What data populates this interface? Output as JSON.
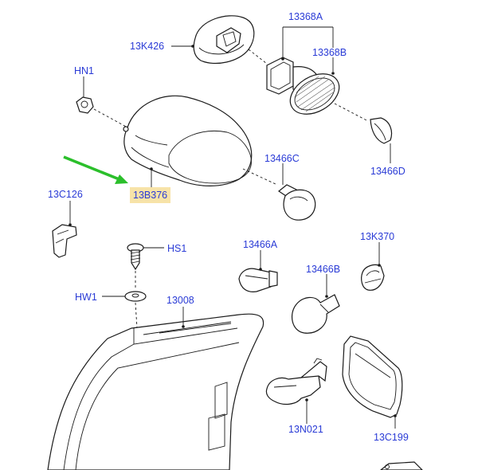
{
  "callouts": {
    "c13368A": "13368A",
    "c13K426": "13K426",
    "c13368B": "13368B",
    "cHN1": "HN1",
    "c13466C": "13466C",
    "c13466D": "13466D",
    "c13B376": "13B376",
    "c13C126": "13C126",
    "cHS1": "HS1",
    "c13466A": "13466A",
    "c13K370": "13K370",
    "c13466B": "13466B",
    "cHW1": "HW1",
    "c13008": "13008",
    "c13N021": "13N021",
    "c13C199": "13C199"
  },
  "colors": {
    "callout_text": "#2a3bd6",
    "highlight": "#f7e3a8",
    "arrow": "#2bbf2b",
    "linework": "#1a1a1a"
  }
}
